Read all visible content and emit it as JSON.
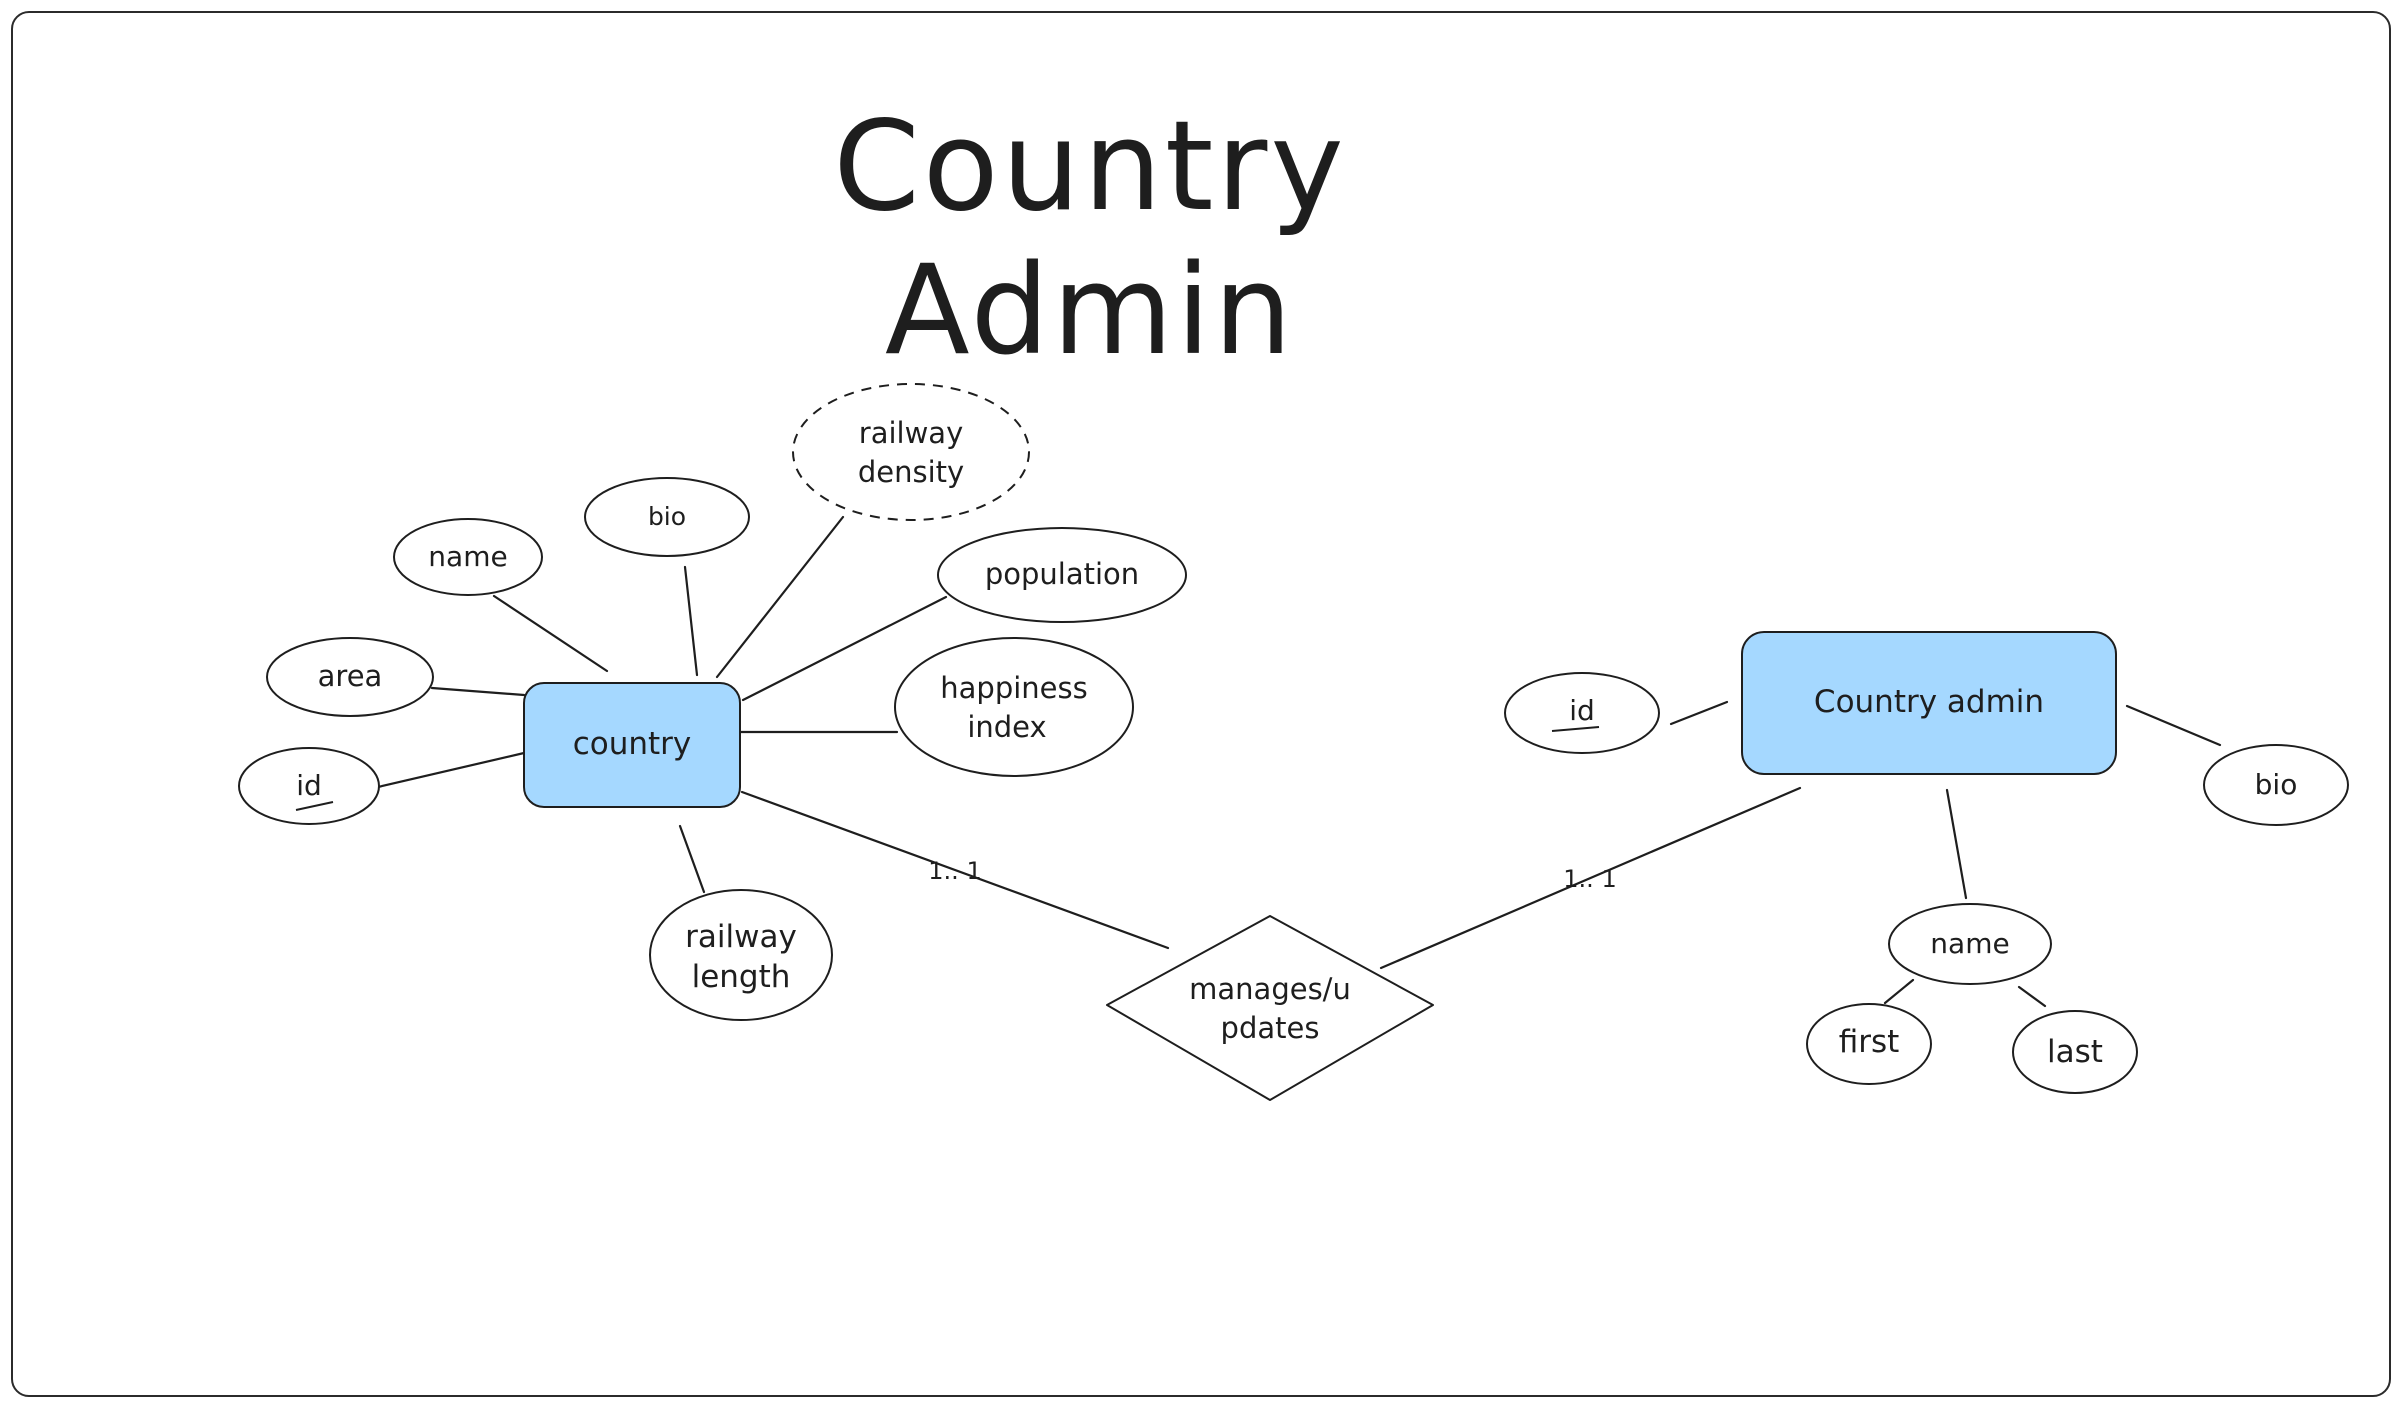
{
  "title": "Country Admin",
  "colors": {
    "entity_fill": "#a5d8ff",
    "stroke": "#1e1e1e",
    "background": "#ffffff"
  },
  "entities": {
    "country": "country",
    "country_admin": "Country admin"
  },
  "country_attributes": {
    "id": "id",
    "area": "area",
    "name": "name",
    "bio": "bio",
    "railway_density_line1": "railway",
    "railway_density_line2": "density",
    "population": "population",
    "happiness_index_line1": "happiness",
    "happiness_index_line2": "index",
    "railway_length_line1": "railway",
    "railway_length_line2": "length"
  },
  "admin_attributes": {
    "id": "id",
    "bio": "bio",
    "name": "name",
    "first": "first",
    "last": "last"
  },
  "relationship": {
    "label_line1": "manages/u",
    "label_line2": "pdates",
    "cardinality_left": "1.. 1",
    "cardinality_right": "1.. 1"
  }
}
